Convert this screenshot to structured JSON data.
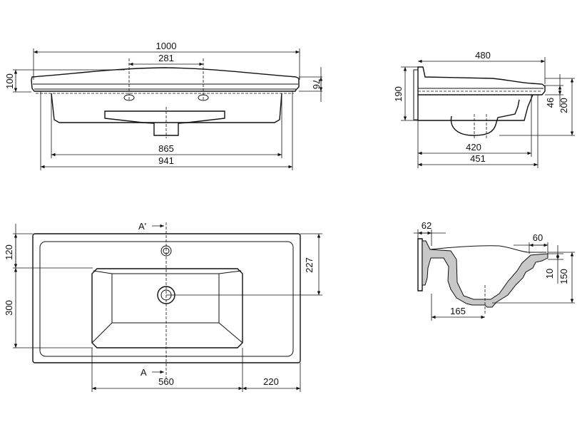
{
  "front_view": {
    "overall_width": "1000",
    "tap_holes_spacing": "281",
    "height": "100",
    "rim_height": "76",
    "bowl_width": "865",
    "body_width": "941"
  },
  "side_view": {
    "depth": "480",
    "height": "190",
    "rim_depth": "46",
    "total_height": "200",
    "bowl_depth": "420",
    "body_depth": "451"
  },
  "top_view": {
    "section_label_top": "A'",
    "section_label_bottom": "A",
    "tap_offset": "120",
    "bowl_length": "300",
    "center_depth": "227",
    "bowl_width": "560",
    "right_deck": "220"
  },
  "section_view": {
    "wall": "62",
    "rim": "60",
    "step": "10",
    "height": "150",
    "drain_offset": "165"
  }
}
